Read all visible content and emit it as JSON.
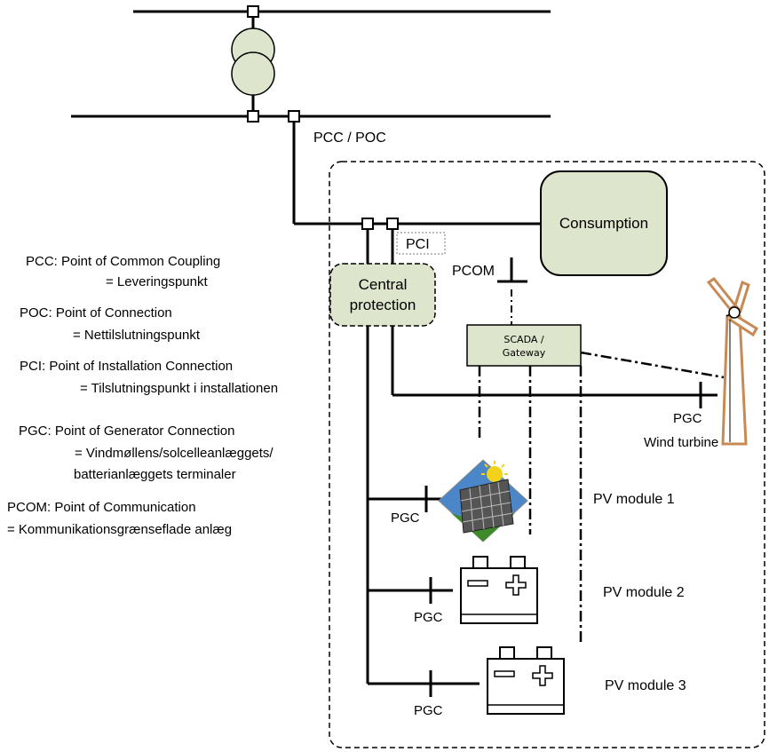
{
  "labels": {
    "pcc_poc": "PCC / POC",
    "pci": "PCI",
    "pcom": "PCOM",
    "central_protection_line1": "Central",
    "central_protection_line2": "protection",
    "consumption": "Consumption",
    "scada_line1": "SCADA /",
    "scada_line2": "Gateway",
    "pgc": "PGC",
    "wind_turbine": "Wind turbine",
    "pv_module_1": "PV module 1",
    "pv_module_2": "PV module 2",
    "pv_module_3": "PV module 3"
  },
  "legend": {
    "pcc_def": "PCC: Point of Common Coupling",
    "pcc_trans": "= Leveringspunkt",
    "poc_def": "POC: Point of Connection",
    "poc_trans": "= Nettilslutningspunkt",
    "pci_def": "PCI: Point of Installation Connection",
    "pci_trans": "= Tilslutningspunkt i installationen",
    "pgc_def": "PGC: Point of Generator Connection",
    "pgc_trans1": "= Vindmøllens/solcelleanlæggets/",
    "pgc_trans2": "batterianlæggets terminaler",
    "pcom_def": "PCOM: Point of Communication",
    "pcom_trans": "= Kommunikationsgrænseflade anlæg"
  },
  "colors": {
    "box_fill": "#dde5cc",
    "line": "#000000",
    "turbine_outline": "#c88a55",
    "solar_sky": "#4a86c8",
    "solar_grass": "#3e8a2a",
    "sun": "#f3d21a"
  }
}
